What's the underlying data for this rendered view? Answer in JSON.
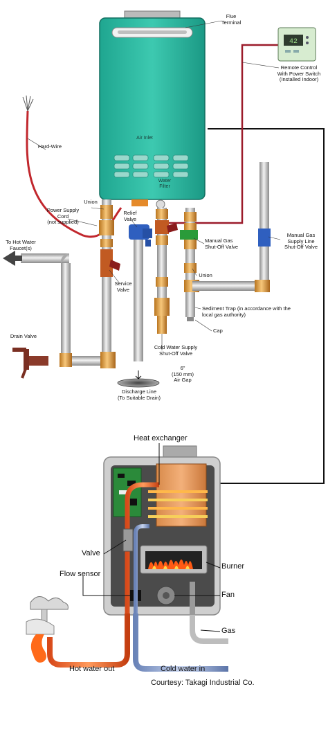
{
  "labels": {
    "flue_terminal": "Flue\nTerminal",
    "remote_control": "Remote Control\nWith Power Switch\n(Installed Indoor)",
    "hard_wire": "Hard-Wire",
    "air_inlet": "Air Inlet",
    "water_filter": "Water\nFilter",
    "union_top": "Union",
    "power_supply_cord": "Power Supply\nCord\n(not supplied)",
    "relief_valve": "Relief\nValve",
    "to_hot_water": "To Hot Water\nFaucet(s)",
    "manual_gas_valve": "Manual Gas\nShut-Off Valve",
    "manual_gas_supply": "Manual Gas\nSupply Line\nShut-Off Valve",
    "union_right": "Union",
    "service_valve": "Service\nValve",
    "sediment_trap": "Sediment Trap (in accordance with the\nlocal gas authority)",
    "cap": "Cap",
    "drain_valve": "Drain Valve",
    "cold_water_valve": "Cold Water Supply\nShut-Off Valve",
    "air_gap": "6\"\n(150 mm)\nAir Gap",
    "discharge_line": "Discharge Line\n(To Suitable Drain)",
    "heat_exchanger": "Heat exchanger",
    "valve": "Valve",
    "burner": "Burner",
    "flow_sensor": "Flow sensor",
    "fan": "Fan",
    "gas": "Gas",
    "hot_water_out": "Hot water out",
    "cold_water_in": "Cold water in",
    "courtesy": "Courtesy: Takagi Industrial Co."
  },
  "remote_display": "42"
}
